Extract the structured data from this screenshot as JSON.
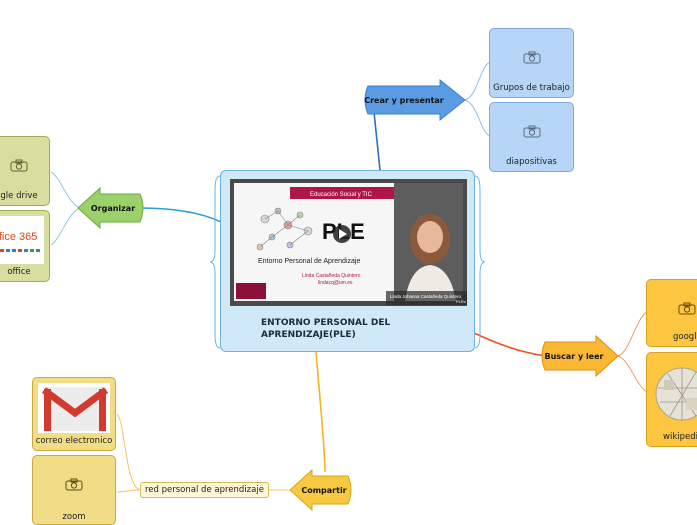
{
  "central": {
    "title": "ENTORNO PERSONAL DEL APRENDIZAJE(PLE)",
    "video": {
      "banner": "Educación Social y TIC",
      "big_text": "PLE",
      "subtitle": "Entorno Personal de Aprendizaje",
      "author": "Linda Castañeda Quintero",
      "author_site": "lindacq@um.es",
      "caption": "Linda Johanna Castañeda Quintero",
      "caption_sub": "PLEs"
    }
  },
  "branches": {
    "crear": "Crear y presentar",
    "organizar": "Organizar",
    "buscar": "Buscar y leer",
    "compartir": "Compartir"
  },
  "crear_items": [
    "Grupos de trabajo",
    "diapositivas"
  ],
  "organizar_items": [
    "gle drive",
    "office"
  ],
  "office_logo_text": "ffice 365",
  "buscar_items": [
    "googl",
    "wikipedi"
  ],
  "compartir_items": [
    "correo electronico",
    "zoom"
  ],
  "compartir_sub": "red personal de aprendizaje",
  "colors": {
    "blue": "#3a8ad6",
    "green": "#7bbf3a",
    "orange": "#f0621f",
    "yellow": "#f2b51c",
    "light_blue_line": "#5fb2de"
  },
  "icons": {
    "camera": "camera-icon",
    "play": "play-icon"
  }
}
